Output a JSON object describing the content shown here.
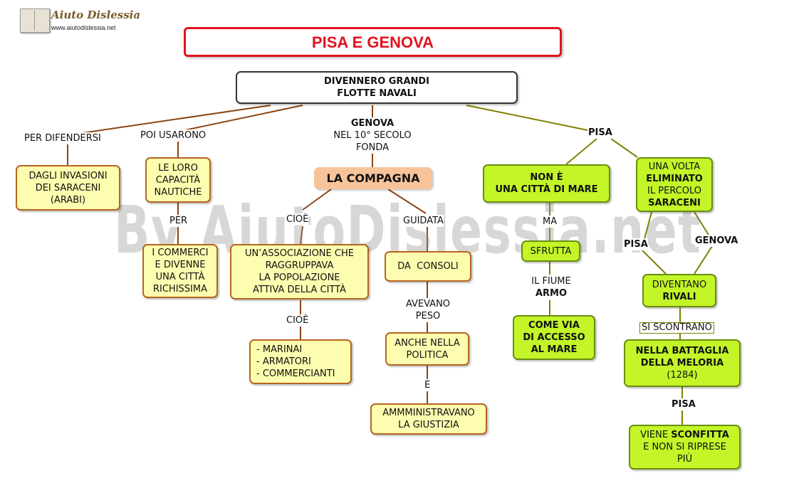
{
  "header": {
    "logo_name": "Aiuto Dislessia",
    "logo_url": "www.aiutodislessia.net",
    "title": "PISA E GENOVA"
  },
  "watermark": "By AiutoDislessia.net",
  "diagram": {
    "root": [
      "DIVENNERO GRANDI",
      "FLOTTE NAVALI"
    ],
    "labels": {
      "per_difendersi": "PER DIFENDERSI",
      "poi_usarono": "POI USARONO",
      "genova_top": "GENOVA",
      "nel_secolo": "NEL 10° SECOLO",
      "fonda": "FONDA",
      "pisa_top": "PISA",
      "per": "PER",
      "cioe1": "CIOÈ",
      "guidata": "GUIDATA",
      "cioe2": "CIOÈ",
      "avevano": "AVEVANO",
      "peso": "PESO",
      "e": "E",
      "ma": "MA",
      "il_fiume": "IL FIUME",
      "armo": "ARMO",
      "pisa_mid": "PISA",
      "genova_mid": "GENOVA",
      "si_scontrano": "SI SCONTRANO",
      "pisa_low": "PISA"
    },
    "nodes": {
      "invasioni": [
        "DAGLI INVASIONI",
        "DEI SARACENI",
        "(ARABI)"
      ],
      "capacita": [
        "LE LORO",
        "CAPACITÀ",
        "NAUTICHE"
      ],
      "commerci": [
        "I COMMERCI",
        "E DIVENNE",
        "UNA CITTÀ",
        "RICHISSIMA"
      ],
      "compagna": "LA COMPAGNA",
      "associazione": [
        "UN’ASSOCIAZIONE CHE",
        "RAGGRUPPAVA",
        "LA POPOLAZIONE",
        "ATTIVA DELLA CITTÀ"
      ],
      "marinai": [
        "- MARINAI",
        "- ARMATORI",
        "- COMMERCIANTI"
      ],
      "consoli": "DA  CONSOLI",
      "politica": [
        "ANCHE NELLA",
        "POLITICA"
      ],
      "giustizia": [
        "AMMMINISTRAVANO",
        "LA GIUSTIZIA"
      ],
      "non_citta": [
        "NON È",
        "UNA CITTÀ DI MARE"
      ],
      "sfrutta": "SFRUTTA",
      "come_via": [
        "COME VIA",
        "DI ACCESSO",
        "AL MARE"
      ],
      "una_volta": {
        "l1": "UNA VOLTA",
        "l2": "ELIMINATO",
        "l3": "IL PERCOLO",
        "l4": "SARACENI"
      },
      "diventano": {
        "l1": "DIVENTANO",
        "l2": "RIVALI"
      },
      "battaglia": {
        "l1": "NELLA BATTAGLIA",
        "l2": "DELLA MELORIA",
        "l3": "(1284)"
      },
      "sconfitta": {
        "l1a": "VIENE ",
        "l1b": "SCONFITTA",
        "l2": "E NON SI RIPRESE",
        "l3": "PIÙ"
      }
    }
  }
}
